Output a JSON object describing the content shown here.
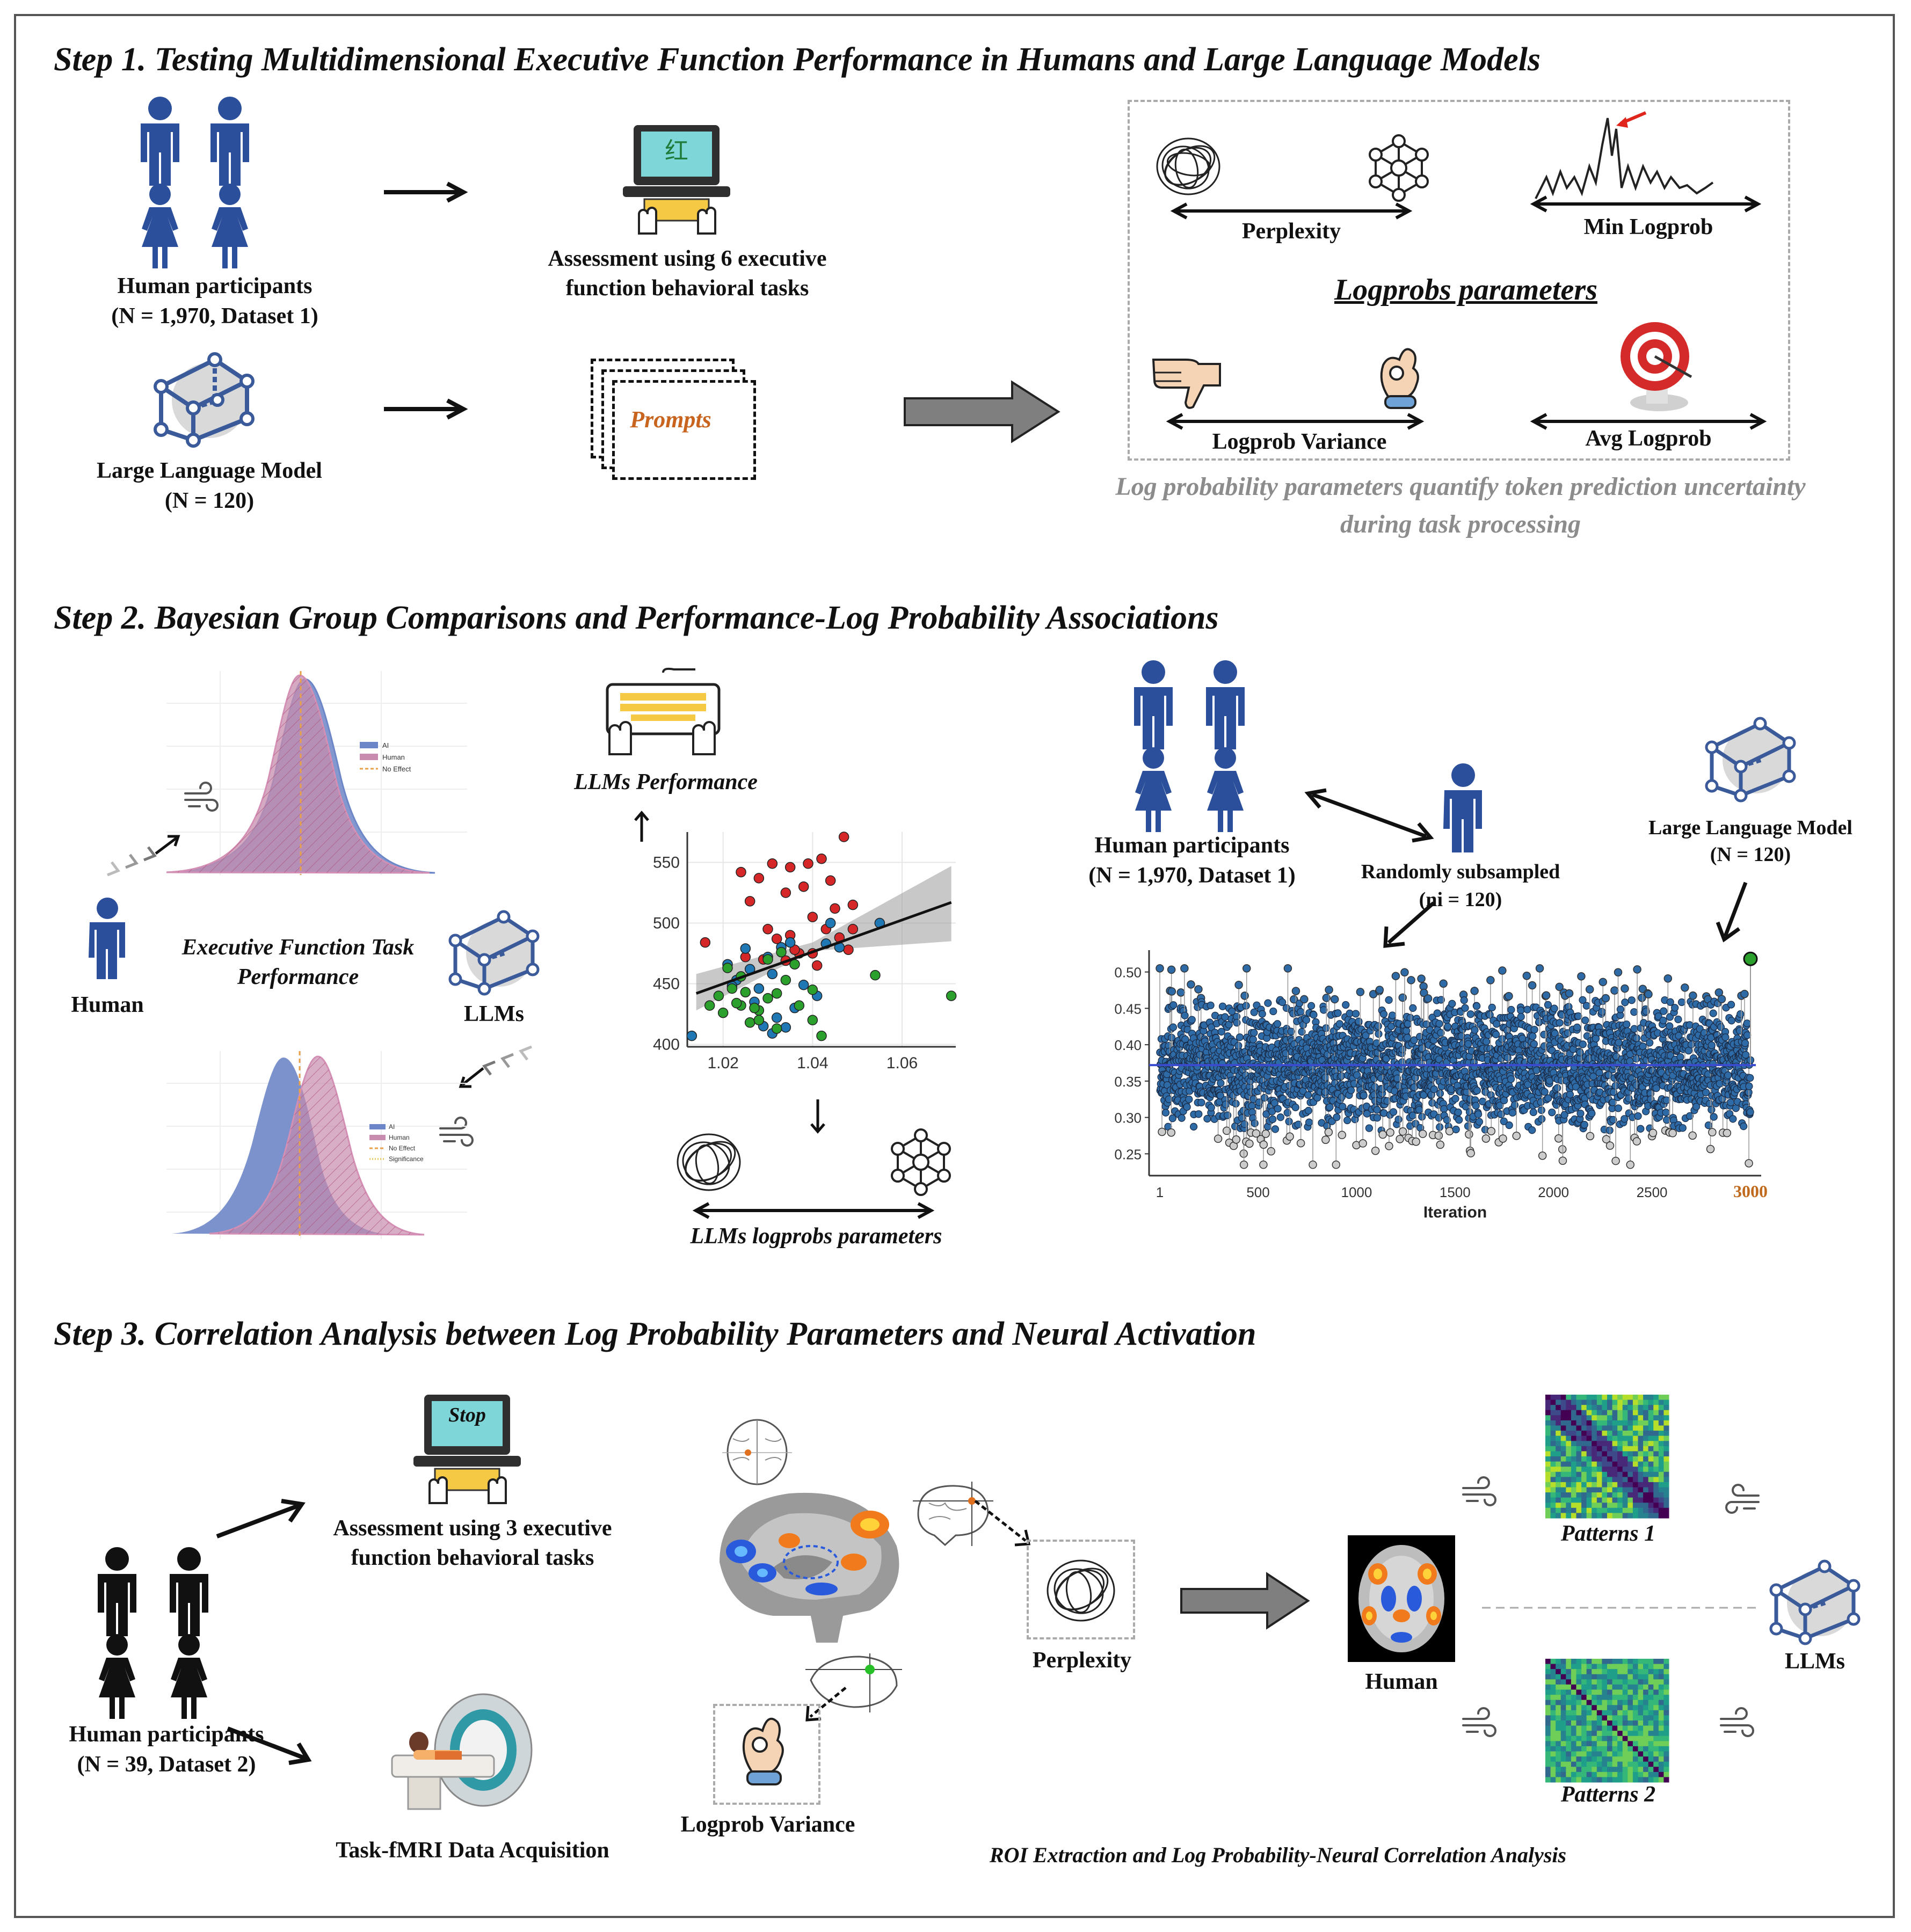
{
  "step1": {
    "title": "Step 1. Testing Multidimensional Executive Function Performance in Humans and Large Language Models",
    "human_label": "Human participants",
    "human_n": "(N = 1,970, Dataset 1)",
    "llm_label": "Large Language Model",
    "llm_n": "(N = 120)",
    "assessment": "Assessment using 6 executive function behavioral tasks",
    "screen_char": "红",
    "prompts": "Prompts",
    "params_title": "Logprobs parameters",
    "params": [
      "Perplexity",
      "Min Logprob",
      "Logprob Variance",
      "Avg Logprob"
    ],
    "caption": "Log probability parameters quantify token prediction uncertainty during task processing"
  },
  "step2": {
    "title": "Step 2. Bayesian Group Comparisons and Performance-Log Probability Associations",
    "human": "Human",
    "llms": "LLMs",
    "ef_label": "Executive Function Task Performance",
    "llm_perf": "LLMs Performance",
    "llm_logprobs": "LLMs logprobs parameters",
    "legend1": [
      "AI",
      "Human",
      "No Effect"
    ],
    "legend2": [
      "AI",
      "Human",
      "No Effect",
      "Significance"
    ],
    "human_participants": "Human participants",
    "human_n": "(N = 1,970, Dataset 1)",
    "subsampled": "Randomly subsampled",
    "subsampled_n": "(ni = 120)",
    "llm_label": "Large Language Model",
    "llm_n": "(N = 120)"
  },
  "step3": {
    "title": "Step 3. Correlation Analysis between Log Probability Parameters and Neural Activation",
    "stop": "Stop",
    "assessment": "Assessment using 3 executive function behavioral tasks",
    "human_participants": "Human participants",
    "human_n": "(N = 39, Dataset 2)",
    "fmri": "Task-fMRI Data Acquisition",
    "perplexity": "Perplexity",
    "logprob_variance": "Logprob Variance",
    "human": "Human",
    "llms": "LLMs",
    "patterns1": "Patterns 1",
    "patterns2": "Patterns 2",
    "roi": "ROI Extraction and Log Probability-Neural Correlation Analysis"
  },
  "colors": {
    "blue_figure": "#2b4f9a",
    "llm_blue": "#3a5a9a",
    "red_arrow": "#e0261c",
    "scatter_red": "#d62728",
    "scatter_blue": "#1f77b4",
    "scatter_green": "#2ca02c",
    "iter_point": "#2e6aa6",
    "ref_line": "#3a4bd0",
    "llm_point": "#2ca02c",
    "prompts_text": "#c8641e",
    "highlight_3000": "#c06a1e"
  },
  "chart_data": [
    {
      "type": "scatter",
      "title": "",
      "xlabel": "",
      "ylabel": "",
      "xlim": [
        1.012,
        1.072
      ],
      "ylim": [
        398,
        575
      ],
      "xticks": [
        "1.02",
        "1.04",
        "1.06"
      ],
      "yticks": [
        "400",
        "450",
        "500",
        "550"
      ],
      "fit_line": {
        "x": [
          1.014,
          1.071
        ],
        "y": [
          442,
          517
        ]
      },
      "series": [
        {
          "color": "red",
          "points": [
            [
              1.024,
              542
            ],
            [
              1.028,
              537
            ],
            [
              1.031,
              549
            ],
            [
              1.035,
              546
            ],
            [
              1.039,
              549
            ],
            [
              1.042,
              553
            ],
            [
              1.047,
              571
            ],
            [
              1.034,
              525
            ],
            [
              1.038,
              530
            ],
            [
              1.044,
              535
            ],
            [
              1.049,
              515
            ],
            [
              1.03,
              495
            ],
            [
              1.035,
              490
            ],
            [
              1.026,
              518
            ],
            [
              1.04,
              505
            ],
            [
              1.045,
              512
            ],
            [
              1.043,
              495
            ],
            [
              1.032,
              487
            ],
            [
              1.037,
              475
            ],
            [
              1.029,
              470
            ],
            [
              1.034,
              469
            ],
            [
              1.041,
              465
            ],
            [
              1.025,
              472
            ],
            [
              1.048,
              478
            ],
            [
              1.046,
              488
            ],
            [
              1.036,
              478
            ],
            [
              1.04,
              475
            ],
            [
              1.016,
              484
            ],
            [
              1.049,
              495
            ]
          ]
        },
        {
          "color": "blue",
          "points": [
            [
              1.021,
              466
            ],
            [
              1.023,
              453
            ],
            [
              1.026,
              462
            ],
            [
              1.028,
              446
            ],
            [
              1.031,
              458
            ],
            [
              1.033,
              480
            ],
            [
              1.035,
              484
            ],
            [
              1.038,
              449
            ],
            [
              1.041,
              440
            ],
            [
              1.03,
              472
            ],
            [
              1.027,
              435
            ],
            [
              1.032,
              422
            ],
            [
              1.029,
              415
            ],
            [
              1.034,
              414
            ],
            [
              1.036,
              430
            ],
            [
              1.044,
              500
            ],
            [
              1.022,
              448
            ],
            [
              1.043,
              483
            ],
            [
              1.055,
              500
            ],
            [
              1.046,
              480
            ],
            [
              1.025,
              479
            ],
            [
              1.013,
              407
            ],
            [
              1.031,
              409
            ]
          ]
        },
        {
          "color": "green",
          "points": [
            [
              1.017,
              432
            ],
            [
              1.019,
              440
            ],
            [
              1.022,
              446
            ],
            [
              1.024,
              432
            ],
            [
              1.026,
              418
            ],
            [
              1.028,
              428
            ],
            [
              1.03,
              438
            ],
            [
              1.032,
              442
            ],
            [
              1.034,
              453
            ],
            [
              1.02,
              426
            ],
            [
              1.025,
              443
            ],
            [
              1.027,
              430
            ],
            [
              1.037,
              432
            ],
            [
              1.04,
              420
            ],
            [
              1.042,
              407
            ],
            [
              1.03,
              470
            ],
            [
              1.033,
              476
            ],
            [
              1.036,
              466
            ],
            [
              1.024,
              456
            ],
            [
              1.054,
              457
            ],
            [
              1.071,
              440
            ],
            [
              1.021,
              463
            ],
            [
              1.023,
              434
            ],
            [
              1.028,
              420
            ],
            [
              1.04,
              445
            ],
            [
              1.032,
              413
            ]
          ]
        }
      ]
    },
    {
      "type": "scatter",
      "title": "",
      "xlabel": "Iteration",
      "ylabel": "",
      "xlim": [
        1,
        3000
      ],
      "ylim": [
        0.22,
        0.53
      ],
      "xticks": [
        "1",
        "500",
        "1000",
        "1500",
        "2000",
        "2500",
        "3000"
      ],
      "yticks": [
        "0.50",
        "0.45",
        "0.40",
        "0.35",
        "0.30",
        "0.25"
      ],
      "reference_line_y": 0.372,
      "n_points": 3000,
      "distribution": {
        "mean": 0.372,
        "sd": 0.045
      },
      "highlight_point": {
        "x": 3000,
        "y": 0.518,
        "label": "Large Language Model"
      }
    }
  ]
}
